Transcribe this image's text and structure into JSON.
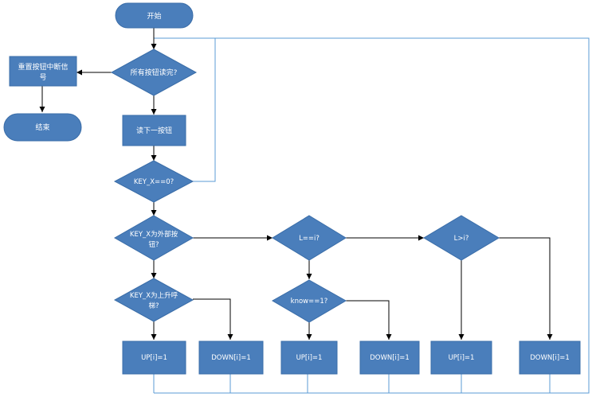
{
  "colors": {
    "node_fill": "#4a7ebb",
    "node_stroke": "#3a6da8",
    "loop_line": "#5b9bd5",
    "arrow": "#000000",
    "text": "#ffffff"
  },
  "nodes": {
    "start": "开始",
    "all_read": "所有按钮读完?",
    "reset": [
      "重置按钮中断信",
      "号"
    ],
    "end": "结束",
    "read_next": "读下一按钮",
    "key_zero": "KEY_X==0?",
    "key_outer": [
      "KEY_X为外部按",
      "钮?"
    ],
    "key_up": [
      "KEY_X为上升呼",
      "梯?"
    ],
    "l_eq_i": "L==i?",
    "l_gt_i": "L>i?",
    "know": "know==1?",
    "up1": "UP[i]=1",
    "down1": "DOWN[i]=1",
    "up2": "UP[i]=1",
    "down2": "DOWN[i]=1",
    "up3": "UP[i]=1",
    "down3": "DOWN[i]=1"
  }
}
